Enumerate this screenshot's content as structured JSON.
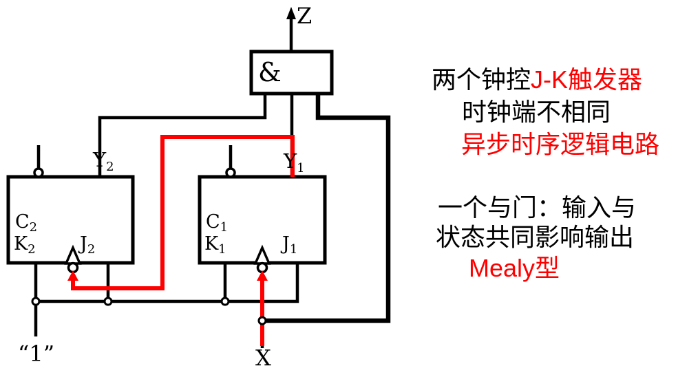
{
  "colors": {
    "highlight": "#ff0000",
    "wire": "#000000",
    "background": "#ffffff"
  },
  "circuit": {
    "and_label": "&",
    "z_label": "Z",
    "x_label": "X",
    "one_label": "“1”",
    "ff2": {
      "c_base": "C",
      "c_sub": "2",
      "k_base": "K",
      "k_sub": "2",
      "j_base": "J",
      "j_sub": "2",
      "y_base": "Y",
      "y_sub": "2"
    },
    "ff1": {
      "c_base": "C",
      "c_sub": "1",
      "k_base": "K",
      "k_sub": "1",
      "j_base": "J",
      "j_sub": "1",
      "y_base": "Y",
      "y_sub": "1"
    }
  },
  "annotations": {
    "line1_black": "两个钟控",
    "line1_red": "J-K触发器",
    "line2": "时钟端不相同",
    "line3": "异步时序逻辑电路",
    "line4": "一个与门：输入与",
    "line5": "状态共同影响输出",
    "line6": "Mealy型"
  }
}
